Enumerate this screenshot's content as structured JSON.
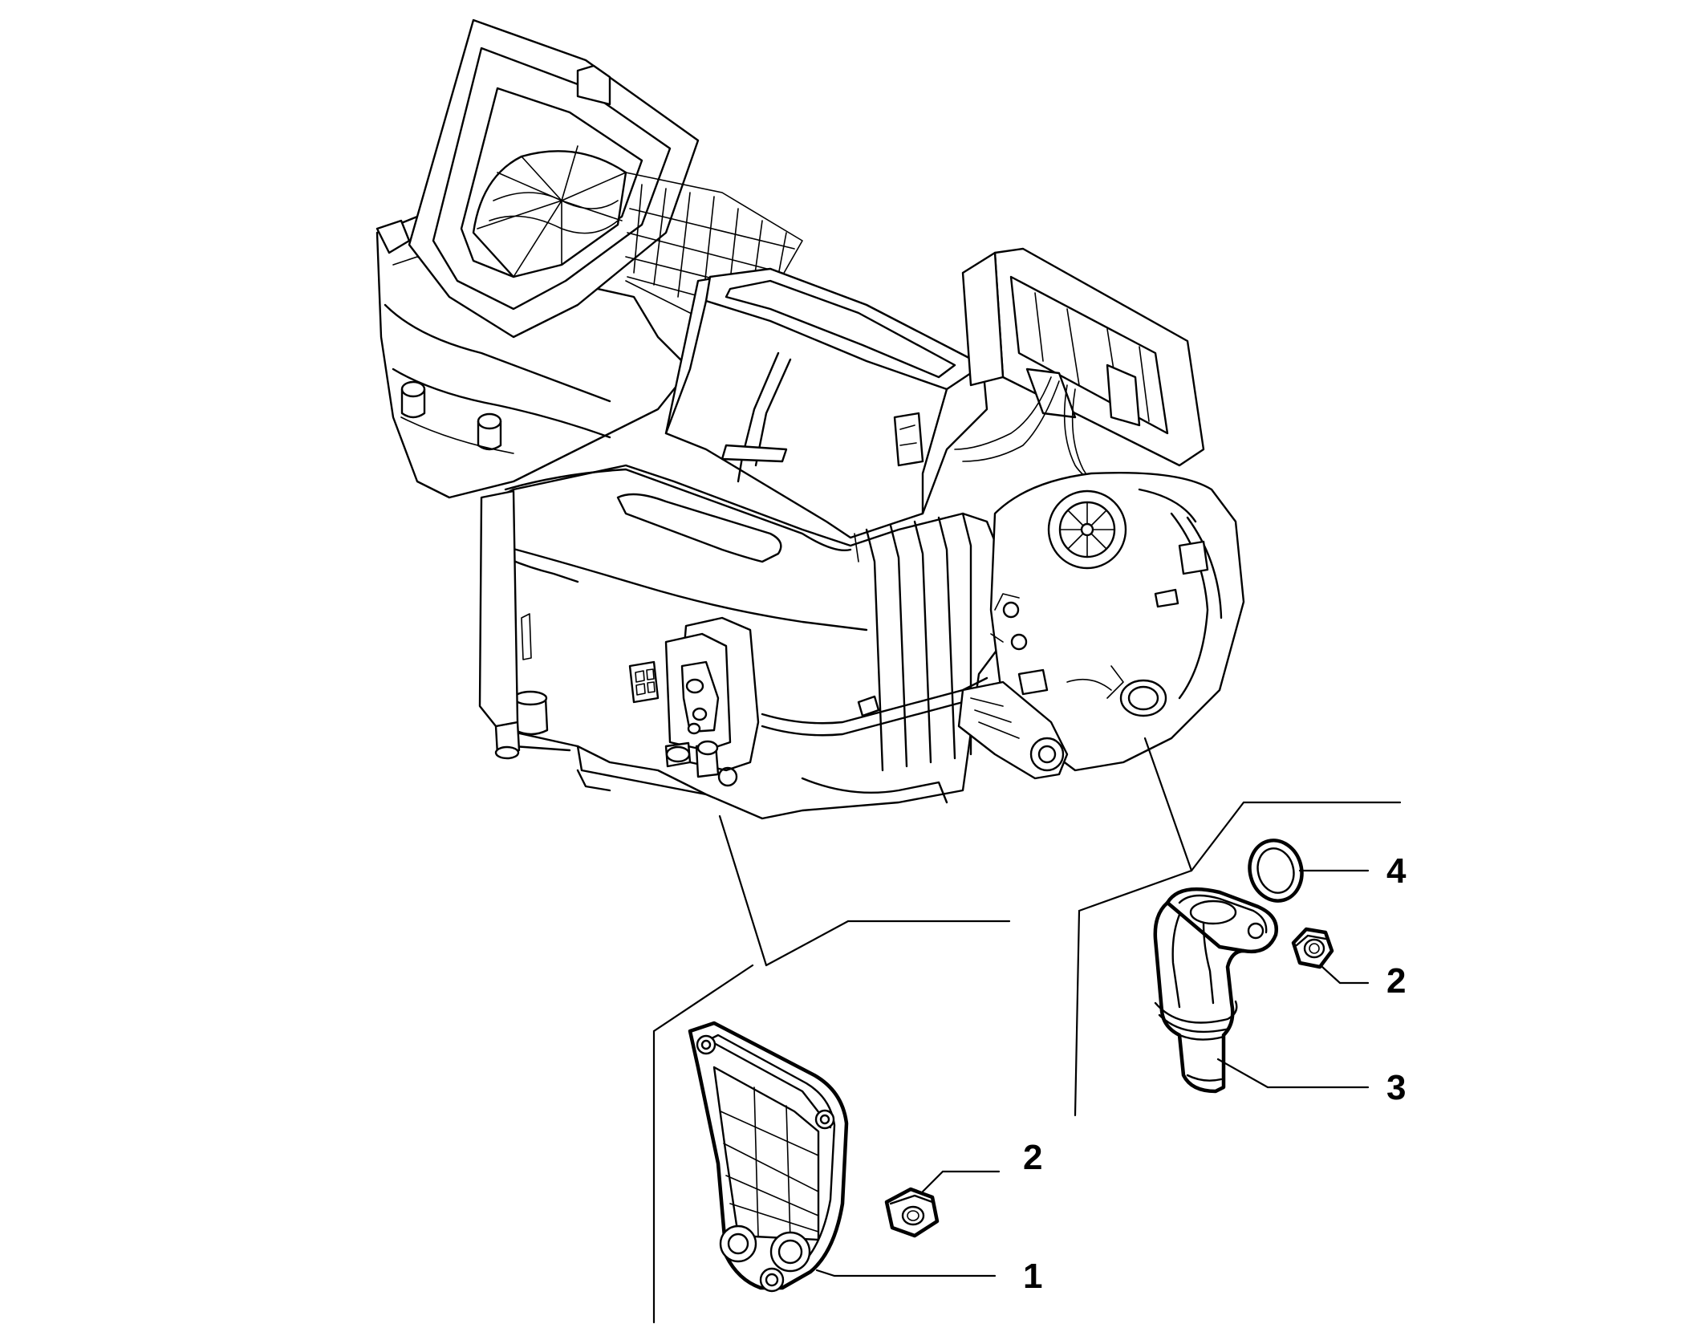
{
  "diagram": {
    "main_assembly": "heater-blower-unit",
    "callouts": [
      {
        "id": "callout-1",
        "label": "1",
        "part": "cover-plate"
      },
      {
        "id": "callout-2a",
        "label": "2",
        "part": "nut"
      },
      {
        "id": "callout-2b",
        "label": "2",
        "part": "nut"
      },
      {
        "id": "callout-3",
        "label": "3",
        "part": "drain-elbow"
      },
      {
        "id": "callout-4",
        "label": "4",
        "part": "o-ring-seal"
      }
    ]
  }
}
